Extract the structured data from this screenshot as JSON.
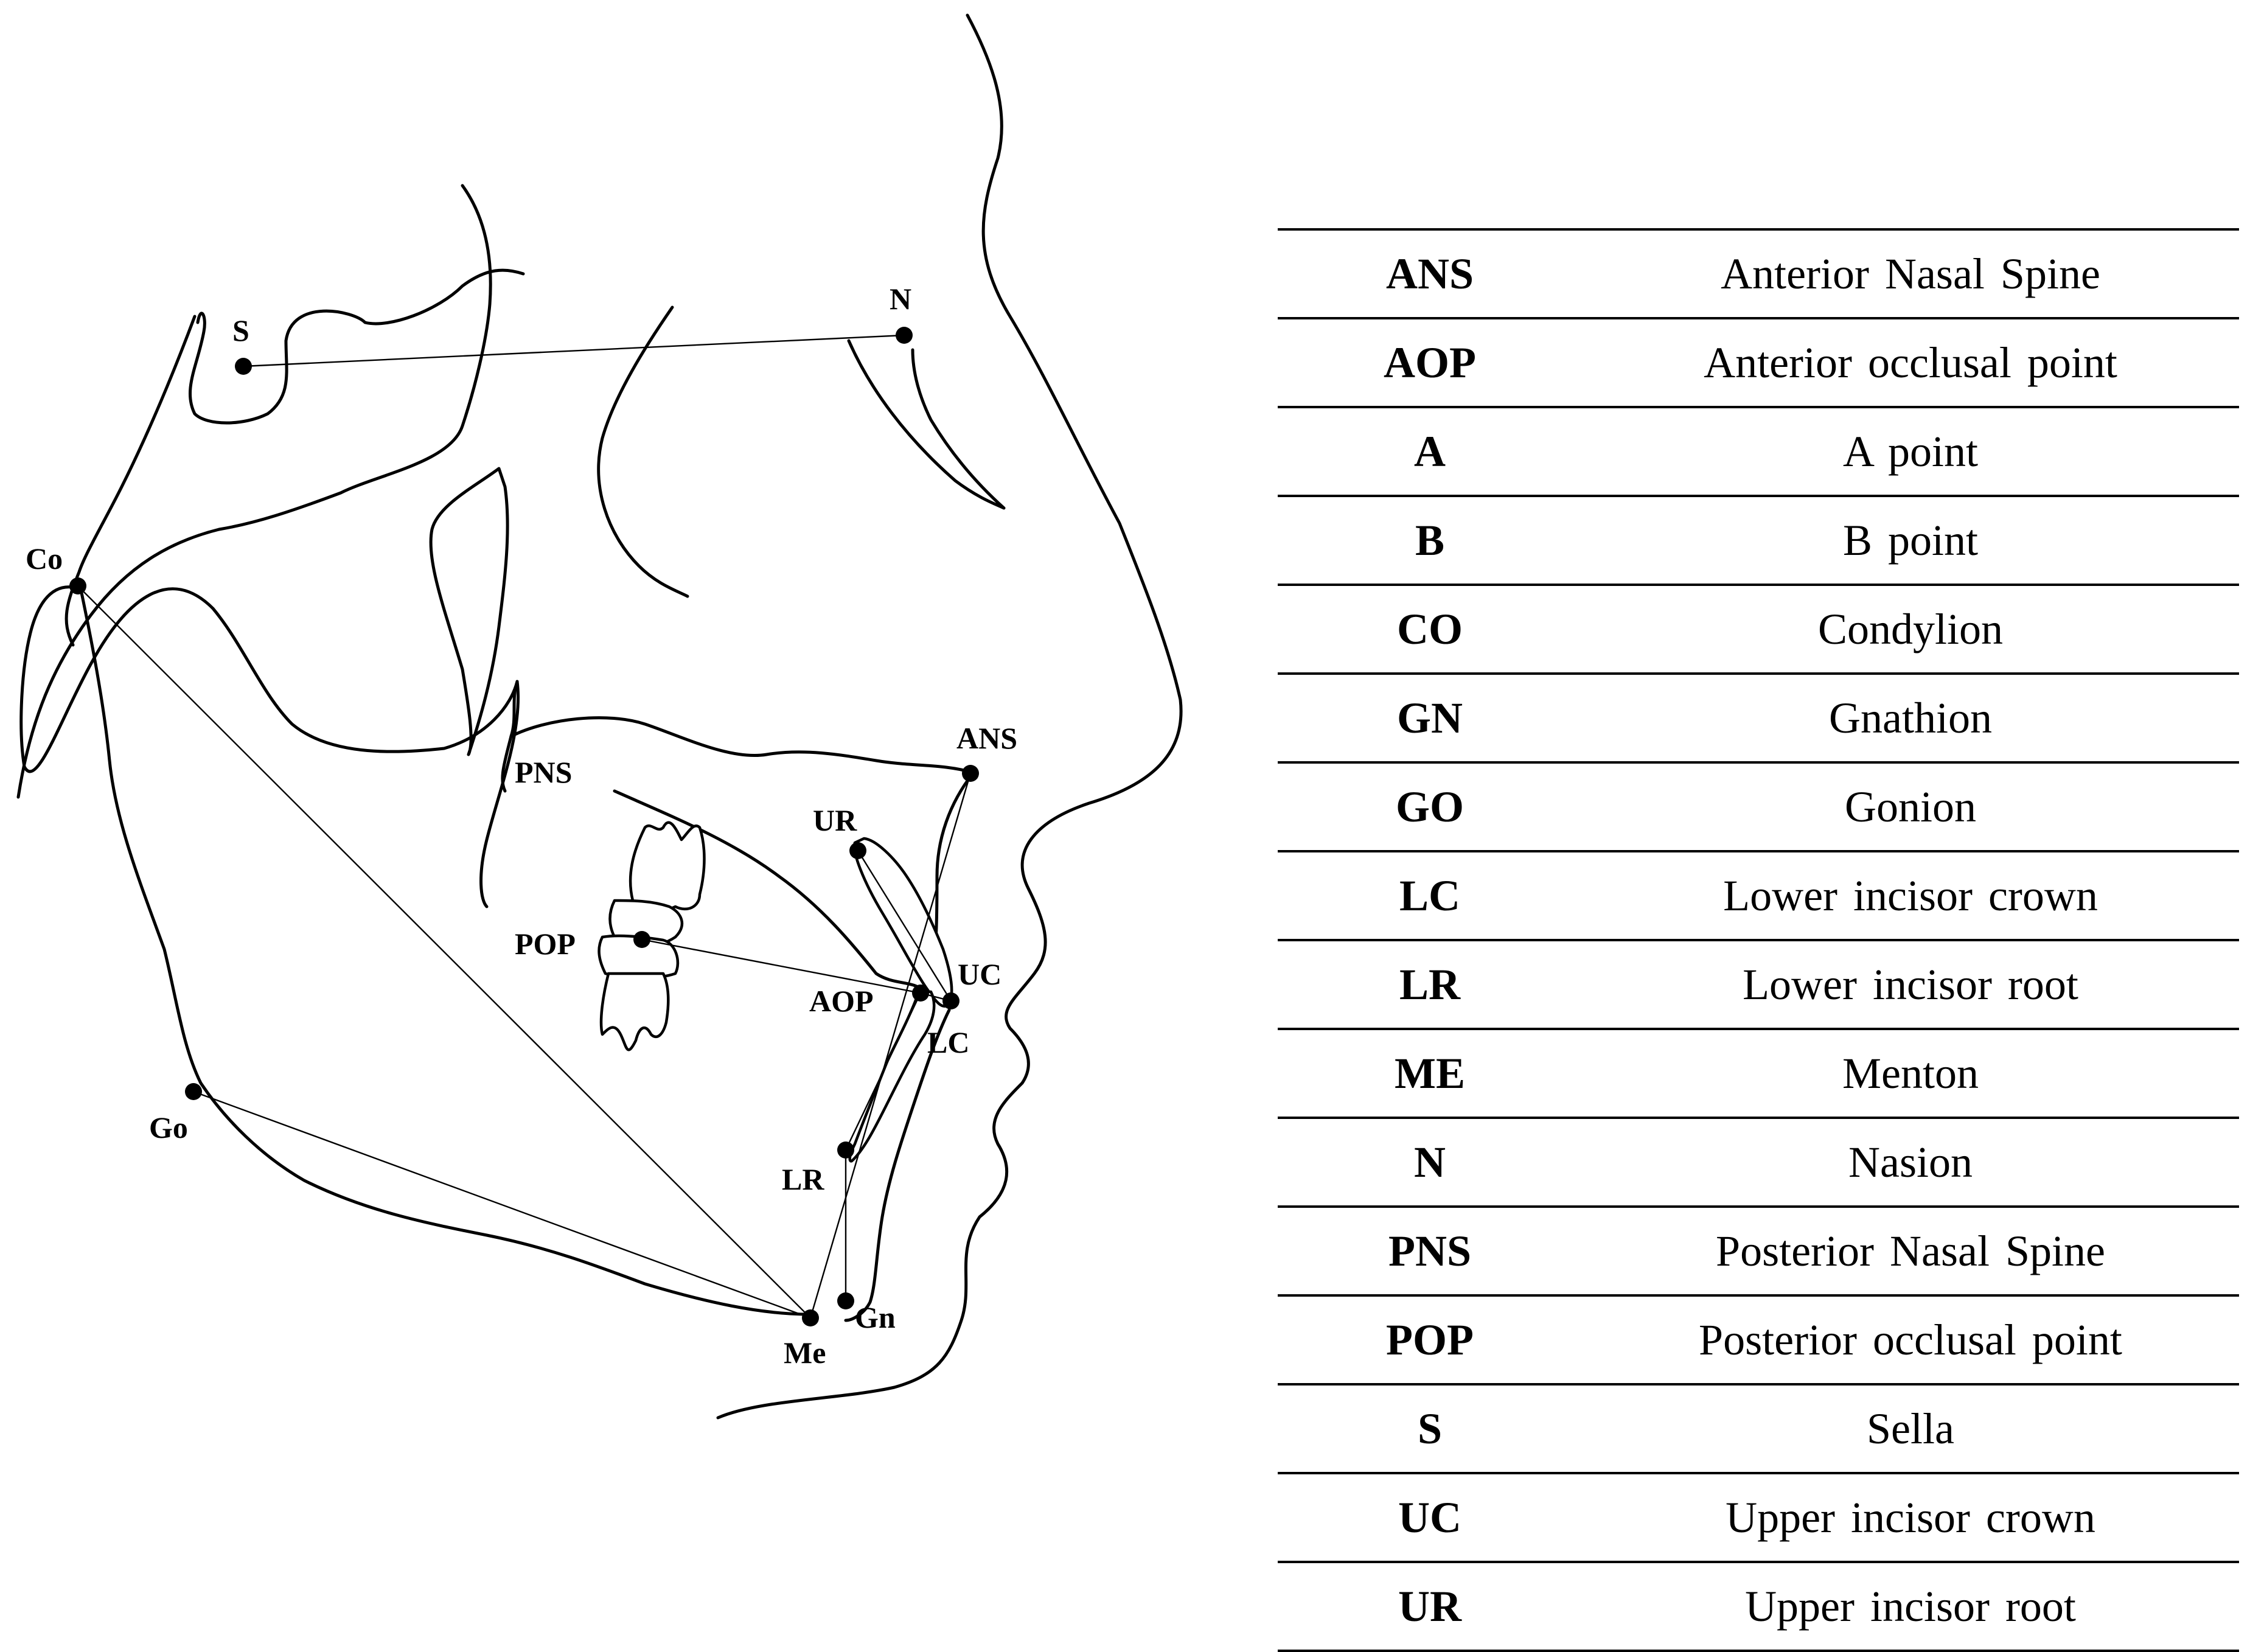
{
  "landmarks": [
    {
      "id": "S",
      "label": "S"
    },
    {
      "id": "N",
      "label": "N"
    },
    {
      "id": "Co",
      "label": "Co"
    },
    {
      "id": "PNS",
      "label": "PNS"
    },
    {
      "id": "ANS",
      "label": "ANS"
    },
    {
      "id": "UR",
      "label": "UR"
    },
    {
      "id": "POP",
      "label": "POP"
    },
    {
      "id": "AOP",
      "label": "AOP"
    },
    {
      "id": "UC",
      "label": "UC"
    },
    {
      "id": "LC",
      "label": "LC"
    },
    {
      "id": "Go",
      "label": "Go"
    },
    {
      "id": "LR",
      "label": "LR"
    },
    {
      "id": "Gn",
      "label": "Gn"
    },
    {
      "id": "Me",
      "label": "Me"
    }
  ],
  "legend": [
    {
      "abbr": "ANS",
      "name": "Anterior Nasal Spine"
    },
    {
      "abbr": "AOP",
      "name": "Anterior occlusal point"
    },
    {
      "abbr": "A",
      "name": "A point"
    },
    {
      "abbr": "B",
      "name": "B point"
    },
    {
      "abbr": "CO",
      "name": "Condylion"
    },
    {
      "abbr": "GN",
      "name": "Gnathion"
    },
    {
      "abbr": "GO",
      "name": "Gonion"
    },
    {
      "abbr": "LC",
      "name": "Lower incisor crown"
    },
    {
      "abbr": "LR",
      "name": "Lower incisor root"
    },
    {
      "abbr": "ME",
      "name": "Menton"
    },
    {
      "abbr": "N",
      "name": "Nasion"
    },
    {
      "abbr": "PNS",
      "name": "Posterior Nasal Spine"
    },
    {
      "abbr": "POP",
      "name": "Posterior occlusal point"
    },
    {
      "abbr": "S",
      "name": "Sella"
    },
    {
      "abbr": "UC",
      "name": "Upper incisor crown"
    },
    {
      "abbr": "UR",
      "name": "Upper incisor root"
    }
  ]
}
